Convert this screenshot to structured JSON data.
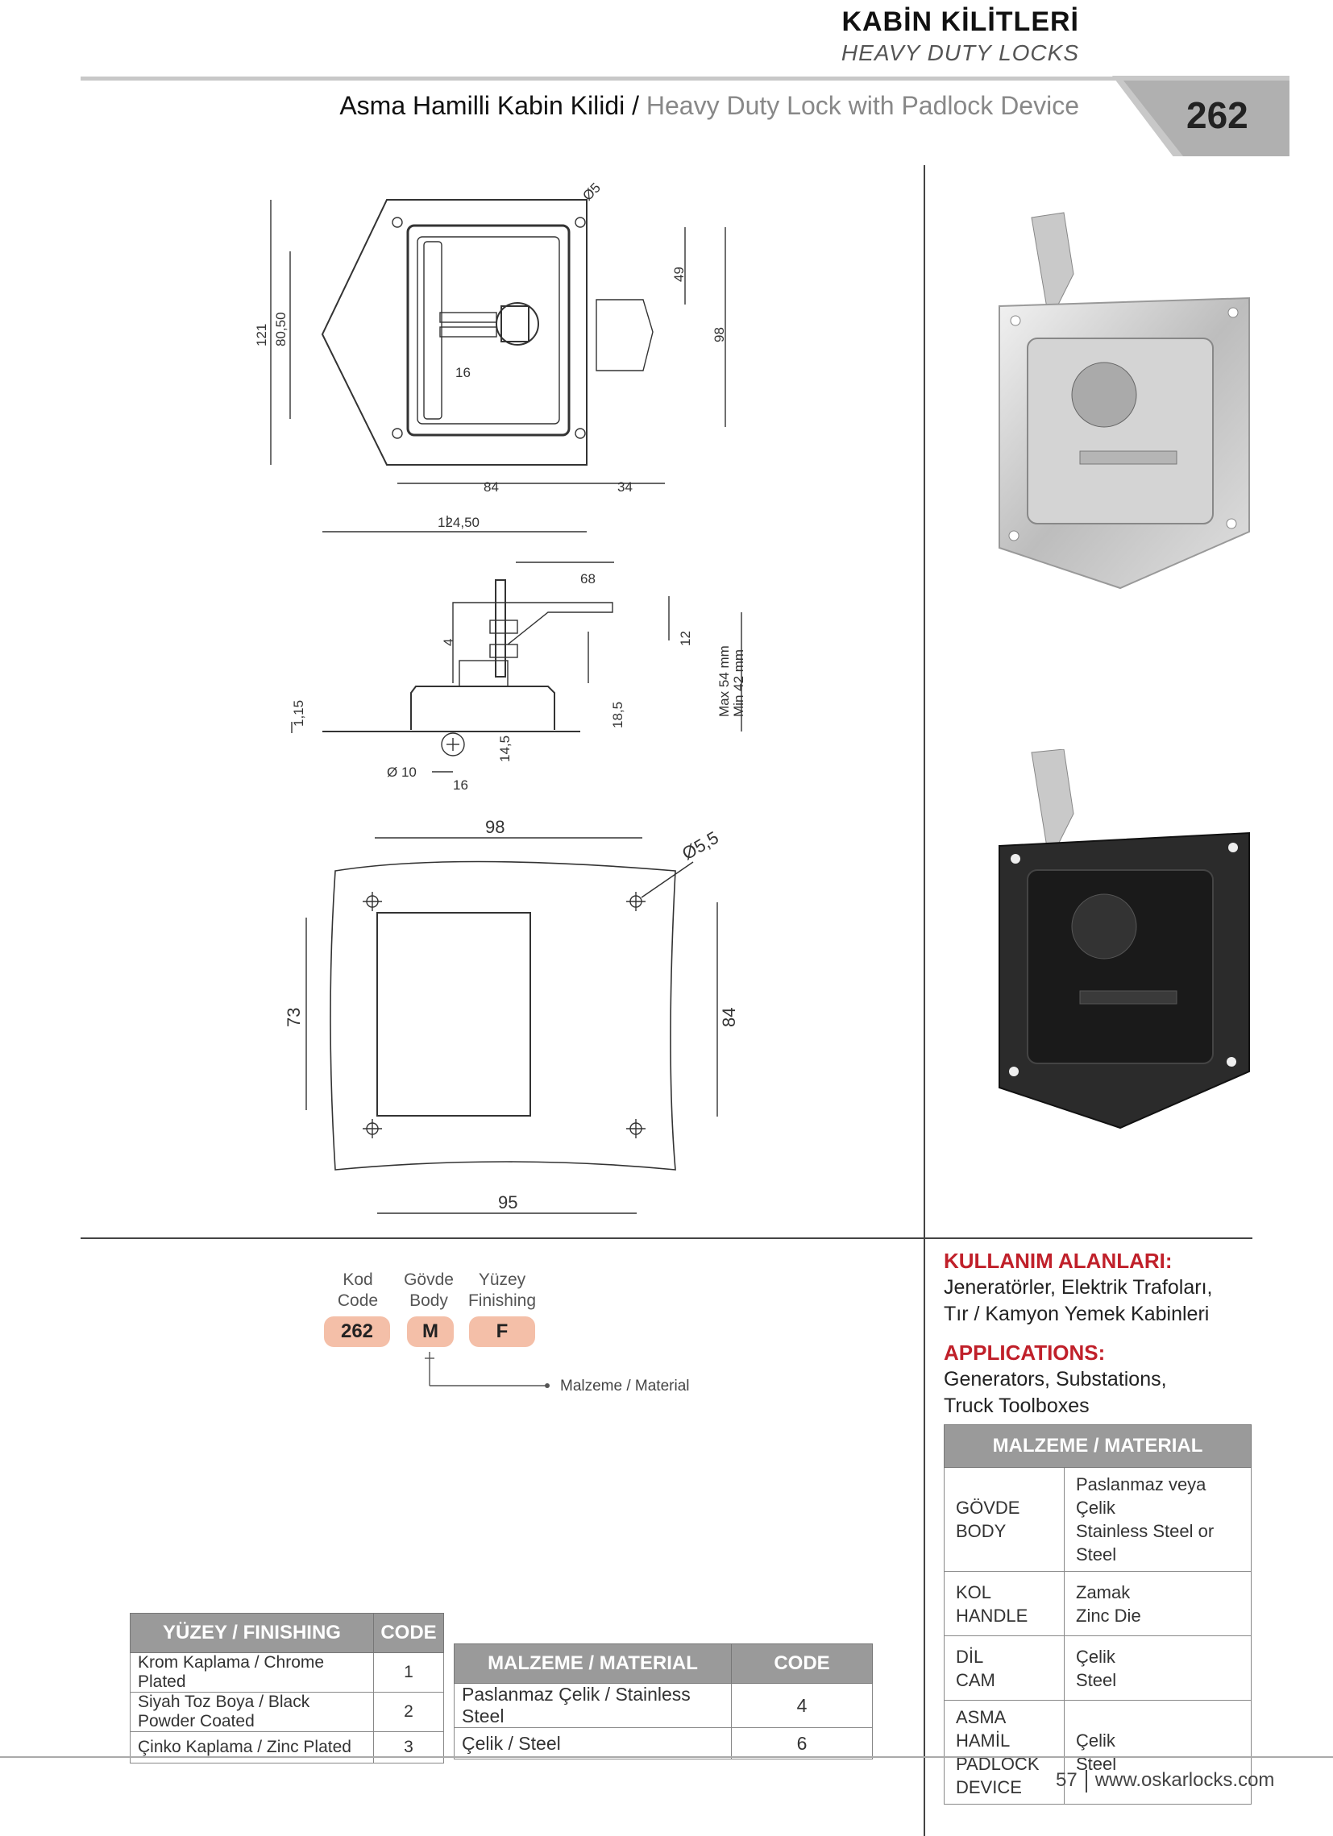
{
  "header": {
    "category_tr": "KABİN KİLİTLERİ",
    "category_en": "HEAVY DUTY LOCKS",
    "product_tr": "Asma Hamilli Kabin Kilidi /",
    "product_en": "Heavy Duty Lock with Padlock Device",
    "page_code": "262"
  },
  "drawing": {
    "top_view": {
      "dia5": "Ø5",
      "d121": "121",
      "d80_50": "80,50",
      "d49": "49",
      "d98": "98",
      "d16": "16",
      "d84": "84",
      "d34": "34",
      "d124_50": "124,50"
    },
    "side_view": {
      "d68": "68",
      "d4": "4",
      "d12": "12",
      "max": "Max 54 mm",
      "min": "Min 42 mm",
      "d1_15": "1,15",
      "d18_5": "18,5",
      "d14_5": "14,5",
      "dia10": "Ø 10",
      "d16": "16"
    },
    "cutout": {
      "d98": "98",
      "dia5_5": "Ø5,5",
      "d73": "73",
      "d84": "84",
      "d95": "95"
    }
  },
  "order_code": {
    "labels": [
      {
        "tr": "Kod",
        "en": "Code",
        "value": "262"
      },
      {
        "tr": "Gövde",
        "en": "Body",
        "value": "M"
      },
      {
        "tr": "Yüzey",
        "en": "Finishing",
        "value": "F"
      }
    ],
    "material_note": "Malzeme / Material"
  },
  "usage": {
    "title_tr": "KULLANIM ALANLARI:",
    "text_tr_1": "Jeneratörler, Elektrik Trafoları,",
    "text_tr_2": "Tır / Kamyon Yemek Kabinleri",
    "title_en": "APPLICATIONS:",
    "text_en_1": "Generators, Substations,",
    "text_en_2": "Truck Toolboxes"
  },
  "finishing_table": {
    "headers": [
      "YÜZEY / FINISHING",
      "CODE"
    ],
    "rows": [
      [
        "Krom Kaplama / Chrome Plated",
        "1"
      ],
      [
        "Siyah Toz Boya / Black Powder Coated",
        "2"
      ],
      [
        "Çinko Kaplama / Zinc Plated",
        "3"
      ]
    ]
  },
  "material_code_table": {
    "headers": [
      "MALZEME / MATERIAL",
      "CODE"
    ],
    "rows": [
      [
        "Paslanmaz Çelik / Stainless Steel",
        "4"
      ],
      [
        "Çelik / Steel",
        "6"
      ]
    ]
  },
  "material_table": {
    "header": "MALZEME / MATERIAL",
    "rows": [
      {
        "part_tr": "GÖVDE",
        "part_en": "BODY",
        "mat_1": "Paslanmaz veya Çelik",
        "mat_2": "Stainless Steel or Steel"
      },
      {
        "part_tr": "KOL",
        "part_en": "HANDLE",
        "mat_1": "Zamak",
        "mat_2": "Zinc Die"
      },
      {
        "part_tr": "DİL",
        "part_en": "CAM",
        "mat_1": "Çelik",
        "mat_2": "Steel"
      },
      {
        "part_tr": "ASMA HAMİL",
        "part_en": "PADLOCK",
        "part_3": "DEVICE",
        "mat_1": "Çelik",
        "mat_2": "Steel"
      }
    ]
  },
  "footer": {
    "page_number": "57",
    "website": "www.oskarlocks.com"
  }
}
